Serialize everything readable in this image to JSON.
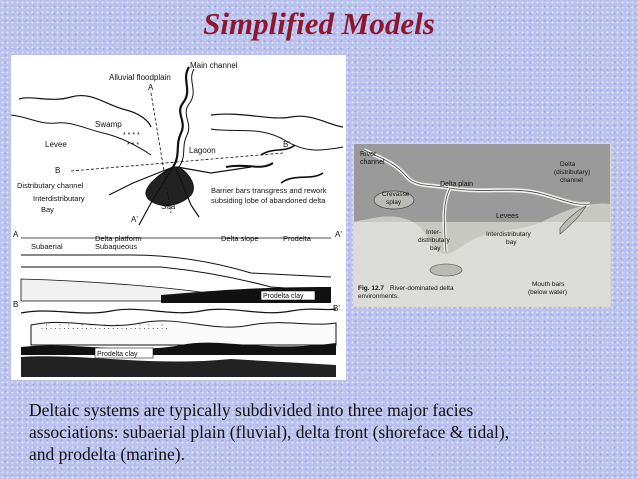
{
  "slide": {
    "title": "Simplified Models"
  },
  "left_figure": {
    "plan_labels": {
      "main_channel": "Main channel",
      "alluvial_floodplain": "Alluvial floodplain",
      "swamp": "Swamp",
      "levee": "Levee",
      "lagoon": "Lagoon",
      "distributary_channel": "Distributary channel",
      "interdistributary": "Interdistributary",
      "bay": "Bay",
      "sea": "Sea",
      "barrier_bars_1": "Barrier bars transgress and rework",
      "barrier_bars_2": "subsiding lobe of abandoned delta",
      "a": "A",
      "a_prime": "A'",
      "b": "B",
      "b_prime": "B'"
    },
    "section_a": {
      "a": "A",
      "a_prime": "A'",
      "delta_platform": "Delta platform",
      "delta_slope": "Delta slope",
      "prodelta": "Prodelta",
      "subaerial": "Subaerial",
      "subaqueous": "Subaqueous",
      "prodelta_clay": "Prodelta clay"
    },
    "section_b": {
      "b": "B",
      "b_prime": "B'",
      "prodelta_clay": "Prodelta clay"
    }
  },
  "right_figure": {
    "labels": {
      "river_channel_1": "River",
      "river_channel_2": "channel",
      "delta_plain": "Delta plain",
      "crevasse_1": "Crevasse",
      "crevasse_2": "splay",
      "delta_dist_1": "Delta",
      "delta_dist_2": "(distributary)",
      "delta_dist_3": "channel",
      "levees": "Levees",
      "inter_1": "Inter-",
      "inter_2": "distributary",
      "inter_3": "bay",
      "interdist_1": "Interdistributary",
      "interdist_2": "bay",
      "mouth_1": "Mouth bars",
      "mouth_2": "(below water)"
    },
    "caption_fig": "Fig. 12.7",
    "caption_1": "River-dominated delta",
    "caption_2": "environments."
  },
  "caption": {
    "line1": "Deltaic systems are typically subdivided into three major facies",
    "line2": "associations: subaerial plain (fluvial), delta front (shoreface & tidal),",
    "line3": "and prodelta (marine)."
  },
  "colors": {
    "title": "#8e1730",
    "background": "#b9c3ee"
  }
}
